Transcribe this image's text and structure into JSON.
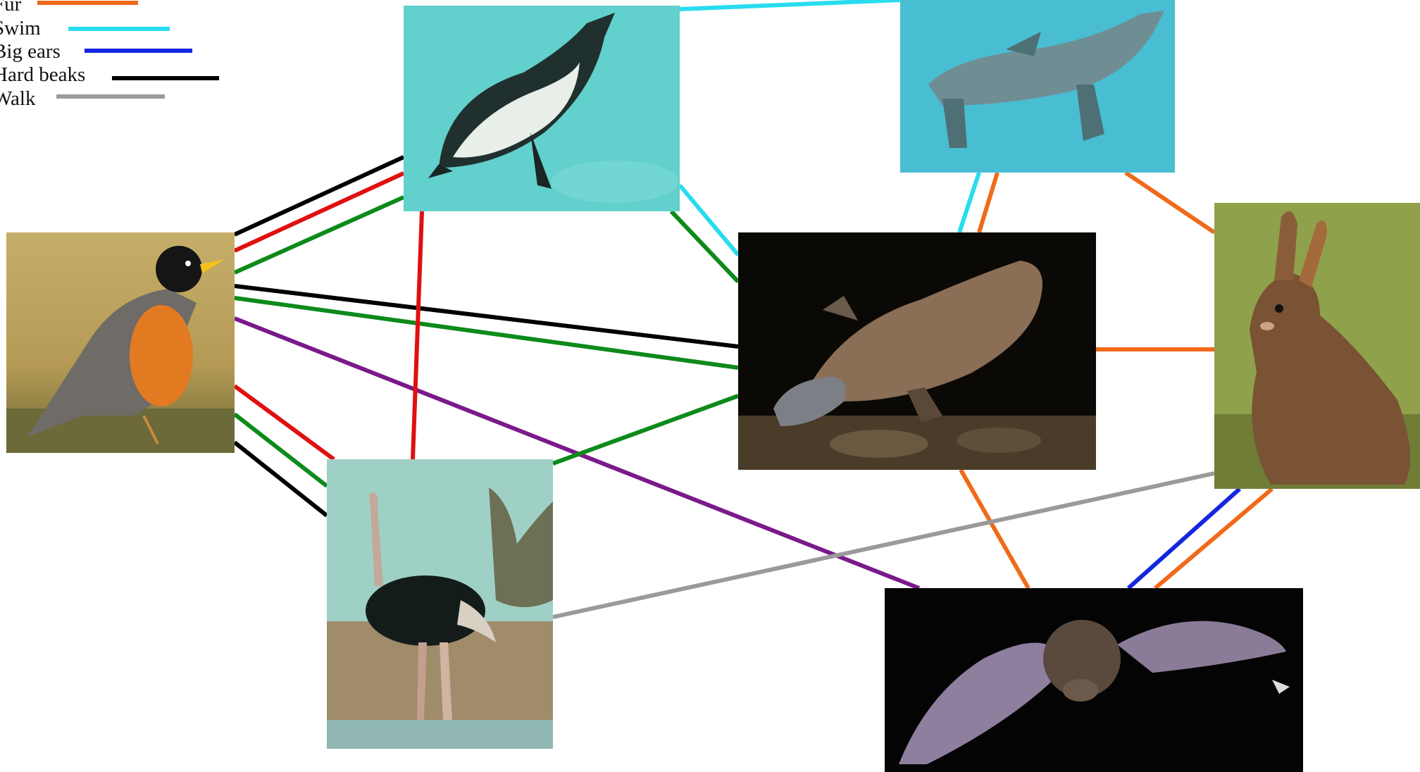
{
  "legend": {
    "items": [
      {
        "label": "Fur",
        "color": "#f06a1a"
      },
      {
        "label": "Swim",
        "color": "#28dcef"
      },
      {
        "label": "Big ears",
        "color": "#1326e0"
      },
      {
        "label": "Hard beaks",
        "color": "#000000"
      },
      {
        "label": "Walk",
        "color": "#9a9a9a"
      }
    ]
  },
  "colors": {
    "fur": "#f06a1a",
    "swim": "#28dcef",
    "big_ears": "#1326e0",
    "hard_beaks": "#000000",
    "walk": "#9a9a9a",
    "red": "#e01010",
    "green": "#0d8a1a",
    "purple": "#7a1a8a"
  },
  "nodes": [
    {
      "id": "robin",
      "name": "robin-photo"
    },
    {
      "id": "penguin",
      "name": "penguin-photo"
    },
    {
      "id": "sea_lion",
      "name": "sea-lion-photo"
    },
    {
      "id": "platypus",
      "name": "platypus-photo"
    },
    {
      "id": "rabbit",
      "name": "rabbit-photo"
    },
    {
      "id": "ostrich",
      "name": "ostrich-photo"
    },
    {
      "id": "bat",
      "name": "bat-photo"
    }
  ],
  "edges": [
    {
      "from": "robin",
      "to": "penguin",
      "color": "hard_beaks"
    },
    {
      "from": "robin",
      "to": "penguin",
      "color": "red"
    },
    {
      "from": "robin",
      "to": "penguin",
      "color": "green"
    },
    {
      "from": "robin",
      "to": "platypus",
      "color": "hard_beaks"
    },
    {
      "from": "robin",
      "to": "platypus",
      "color": "green"
    },
    {
      "from": "robin",
      "to": "bat",
      "color": "purple"
    },
    {
      "from": "robin",
      "to": "ostrich",
      "color": "red"
    },
    {
      "from": "robin",
      "to": "ostrich",
      "color": "green"
    },
    {
      "from": "robin",
      "to": "ostrich",
      "color": "hard_beaks"
    },
    {
      "from": "penguin",
      "to": "ostrich",
      "color": "red"
    },
    {
      "from": "penguin",
      "to": "sea_lion",
      "color": "swim"
    },
    {
      "from": "penguin",
      "to": "platypus",
      "color": "swim"
    },
    {
      "from": "penguin",
      "to": "platypus",
      "color": "green"
    },
    {
      "from": "sea_lion",
      "to": "platypus",
      "color": "swim"
    },
    {
      "from": "sea_lion",
      "to": "platypus",
      "color": "fur"
    },
    {
      "from": "sea_lion",
      "to": "rabbit",
      "color": "fur"
    },
    {
      "from": "platypus",
      "to": "rabbit",
      "color": "fur"
    },
    {
      "from": "platypus",
      "to": "ostrich",
      "color": "green"
    },
    {
      "from": "platypus",
      "to": "bat",
      "color": "fur"
    },
    {
      "from": "rabbit",
      "to": "bat",
      "color": "big_ears"
    },
    {
      "from": "rabbit",
      "to": "bat",
      "color": "fur"
    },
    {
      "from": "rabbit",
      "to": "ostrich",
      "color": "walk"
    }
  ]
}
